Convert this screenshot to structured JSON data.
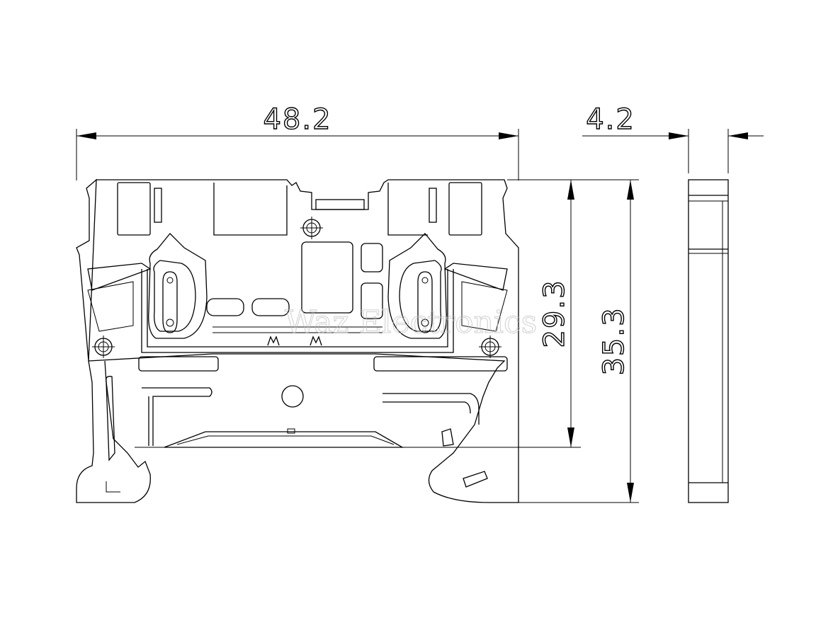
{
  "dimensions": {
    "width": "48.2",
    "thickness": "4.2",
    "inner_height": "29.3",
    "total_height": "35.3"
  },
  "watermark": "Waz Electronics",
  "colors": {
    "line": "#000000",
    "background": "#ffffff",
    "watermark": "#bbbbbb"
  }
}
